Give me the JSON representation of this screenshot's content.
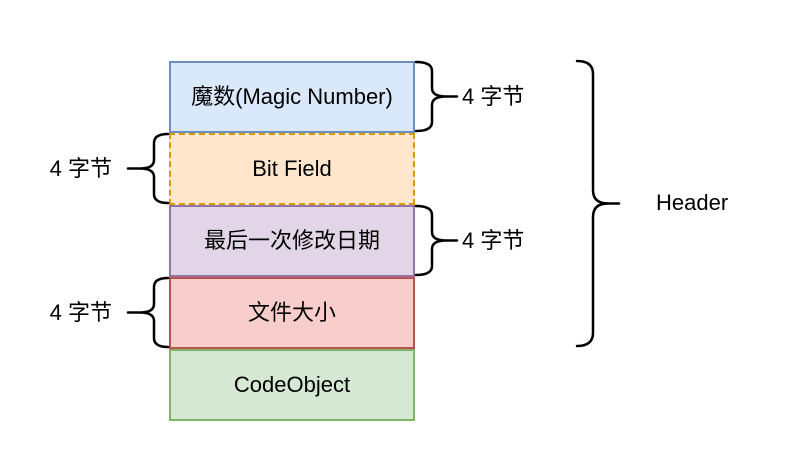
{
  "diagram": {
    "background": "#ffffff",
    "line_color": "#000000",
    "text_color": "#000000",
    "boxes": [
      {
        "label": "魔数(Magic Number)",
        "fill": "#dae8fc",
        "stroke": "#6c8ebf",
        "border_style": "solid"
      },
      {
        "label": "Bit Field",
        "fill": "#ffe6cc",
        "stroke": "#d79b00",
        "border_style": "dashed"
      },
      {
        "label": "最后一次修改日期",
        "fill": "#e1d5e7",
        "stroke": "#9673a6",
        "border_style": "solid"
      },
      {
        "label": "文件大小",
        "fill": "#f8cecc",
        "stroke": "#b85450",
        "border_style": "solid"
      },
      {
        "label": "CodeObject",
        "fill": "#d5e8d4",
        "stroke": "#82b366",
        "border_style": "solid"
      }
    ],
    "size_labels": [
      {
        "text": "4 字节",
        "side": "right",
        "target": "魔数(Magic Number)"
      },
      {
        "text": "4 字节",
        "side": "left",
        "target": "Bit Field"
      },
      {
        "text": "4 字节",
        "side": "right",
        "target": "最后一次修改日期"
      },
      {
        "text": "4 字节",
        "side": "left",
        "target": "文件大小"
      }
    ],
    "group_label": {
      "text": "Header",
      "side": "right",
      "covers": "魔数(Magic Number), Bit Field, 最后一次修改日期, 文件大小"
    }
  }
}
